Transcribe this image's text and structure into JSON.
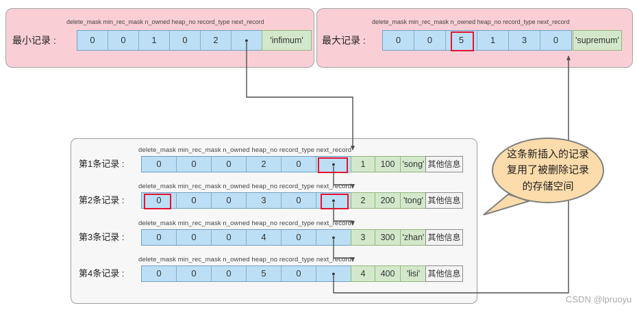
{
  "colors": {
    "panel_pink": "#F9CFD5",
    "cell_blue": "#BCDFF5",
    "cell_green": "#D3E8CB",
    "cell_gray": "#F3F3F3",
    "bubble_fill": "#FCDCAB",
    "highlight_red": "#E8112D",
    "arrow": "#4D4D4D"
  },
  "field_headers": "delete_mask min_rec_mask n_owned heap_no record_type  next_record",
  "min_record": {
    "label": "最小记录 :",
    "cells": [
      "0",
      "0",
      "1",
      "0",
      "2",
      "●"
    ],
    "tail": "'infimum'"
  },
  "max_record": {
    "label": "最大记录 :",
    "cells": [
      "0",
      "0",
      "5",
      "1",
      "3",
      "0"
    ],
    "tail": "'supremum'"
  },
  "records": [
    {
      "label": "第1条记录 :",
      "cells": [
        "0",
        "0",
        "0",
        "2",
        "0",
        "●"
      ],
      "extras": [
        "1",
        "100",
        "'song'"
      ],
      "other": "其他信息"
    },
    {
      "label": "第2条记录 :",
      "cells": [
        "0",
        "0",
        "0",
        "3",
        "0",
        "●"
      ],
      "extras": [
        "2",
        "200",
        "'tong'"
      ],
      "other": "其他信息"
    },
    {
      "label": "第3条记录 :",
      "cells": [
        "0",
        "0",
        "0",
        "4",
        "0",
        "●"
      ],
      "extras": [
        "3",
        "300",
        "'zhan'"
      ],
      "other": "其他信息"
    },
    {
      "label": "第4条记录 :",
      "cells": [
        "0",
        "0",
        "0",
        "5",
        "0",
        "●"
      ],
      "extras": [
        "4",
        "400",
        "'lisi'"
      ],
      "other": "其他信息"
    }
  ],
  "bubble": {
    "line1": "这条新插入的记录",
    "line2": "复用了被删除记录",
    "line3": "的存储空间"
  },
  "watermark": "CSDN @lpruoyu"
}
